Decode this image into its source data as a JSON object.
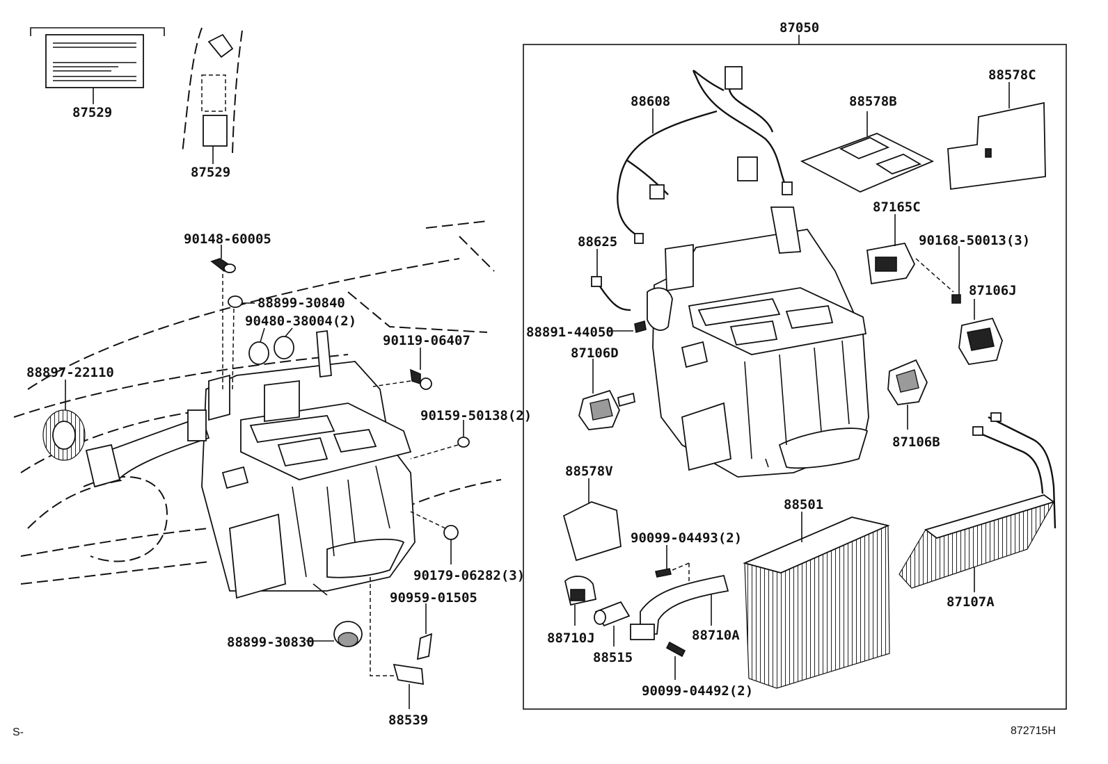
{
  "labels": {
    "p87050": "87050",
    "p87529a": "87529",
    "p87529b": "87529",
    "p88608": "88608",
    "p88578B": "88578B",
    "p88578C": "88578C",
    "p87165C": "87165C",
    "p90168": "90168-50013(3)",
    "p87106J": "87106J",
    "p88625": "88625",
    "p88891": "88891-44050",
    "p87106D": "87106D",
    "p87106B": "87106B",
    "p88578V": "88578V",
    "p88501": "88501",
    "p87107A": "87107A",
    "p90099a": "90099-04493(2)",
    "p88710J": "88710J",
    "p88515": "88515",
    "p88710A": "88710A",
    "p90099b": "90099-04492(2)",
    "p90148": "90148-60005",
    "p88899a": "88899-30840",
    "p90480": "90480-38004(2)",
    "p90119": "90119-06407",
    "p88897": "88897-22110",
    "p90159": "90159-50138(2)",
    "p90179": "90179-06282(3)",
    "p90959": "90959-01505",
    "p88899b": "88899-30830",
    "p88539": "88539"
  },
  "corner": {
    "left": "S-",
    "right": "872715H"
  }
}
